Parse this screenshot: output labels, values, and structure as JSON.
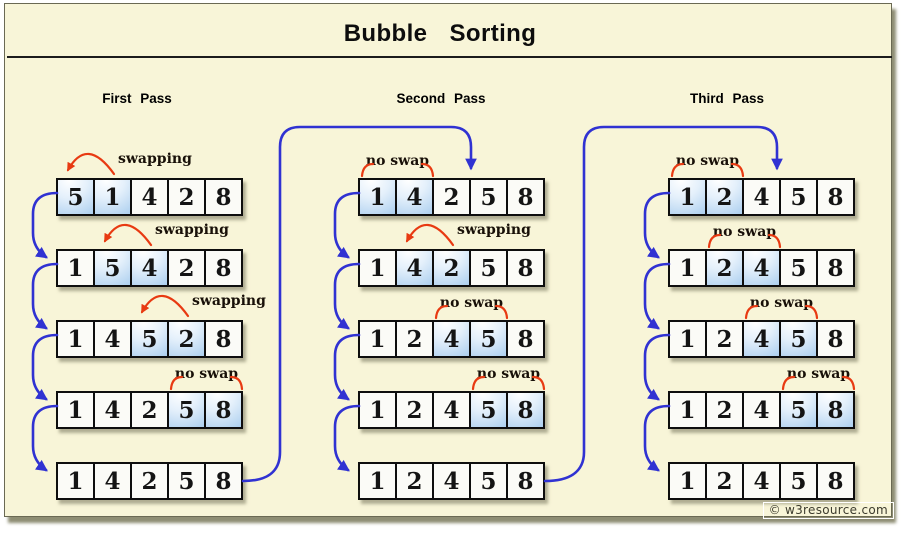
{
  "title": "Bubble Sorting",
  "watermark": "© w3resource.com",
  "colors": {
    "background": "#f8f5d8",
    "flow_arrow_blue": "#3032d2",
    "swap_arrow_red": "#e83a12",
    "highlight_blue": "#9dc6ec"
  },
  "passes": [
    {
      "label": "First Pass",
      "rows": [
        {
          "values": [
            5,
            1,
            4,
            2,
            8
          ],
          "highlight": [
            0,
            1
          ],
          "annotation": {
            "type": "swap",
            "label": "swapping",
            "cells": [
              0,
              1
            ]
          }
        },
        {
          "values": [
            1,
            5,
            4,
            2,
            8
          ],
          "highlight": [
            1,
            2
          ],
          "annotation": {
            "type": "swap",
            "label": "swapping",
            "cells": [
              1,
              2
            ]
          }
        },
        {
          "values": [
            1,
            4,
            5,
            2,
            8
          ],
          "highlight": [
            2,
            3
          ],
          "annotation": {
            "type": "swap",
            "label": "swapping",
            "cells": [
              2,
              3
            ]
          }
        },
        {
          "values": [
            1,
            4,
            2,
            5,
            8
          ],
          "highlight": [
            3,
            4
          ],
          "annotation": {
            "type": "noswap",
            "label": "no swap",
            "cells": [
              3,
              4
            ]
          }
        },
        {
          "values": [
            1,
            4,
            2,
            5,
            8
          ],
          "highlight": [],
          "annotation": null
        }
      ]
    },
    {
      "label": "Second Pass",
      "rows": [
        {
          "values": [
            1,
            4,
            2,
            5,
            8
          ],
          "highlight": [
            0,
            1
          ],
          "annotation": {
            "type": "noswap",
            "label": "no swap",
            "cells": [
              0,
              1
            ]
          }
        },
        {
          "values": [
            1,
            4,
            2,
            5,
            8
          ],
          "highlight": [
            1,
            2
          ],
          "annotation": {
            "type": "swap",
            "label": "swapping",
            "cells": [
              1,
              2
            ]
          }
        },
        {
          "values": [
            1,
            2,
            4,
            5,
            8
          ],
          "highlight": [
            2,
            3
          ],
          "annotation": {
            "type": "noswap",
            "label": "no swap",
            "cells": [
              2,
              3
            ]
          }
        },
        {
          "values": [
            1,
            2,
            4,
            5,
            8
          ],
          "highlight": [
            3,
            4
          ],
          "annotation": {
            "type": "noswap",
            "label": "no swap",
            "cells": [
              3,
              4
            ]
          }
        },
        {
          "values": [
            1,
            2,
            4,
            5,
            8
          ],
          "highlight": [],
          "annotation": null
        }
      ]
    },
    {
      "label": "Third Pass",
      "rows": [
        {
          "values": [
            1,
            2,
            4,
            5,
            8
          ],
          "highlight": [
            0,
            1
          ],
          "annotation": {
            "type": "noswap",
            "label": "no swap",
            "cells": [
              0,
              1
            ]
          }
        },
        {
          "values": [
            1,
            2,
            4,
            5,
            8
          ],
          "highlight": [
            1,
            2
          ],
          "annotation": {
            "type": "noswap",
            "label": "no swap",
            "cells": [
              1,
              2
            ]
          }
        },
        {
          "values": [
            1,
            2,
            4,
            5,
            8
          ],
          "highlight": [
            2,
            3
          ],
          "annotation": {
            "type": "noswap",
            "label": "no swap",
            "cells": [
              2,
              3
            ]
          }
        },
        {
          "values": [
            1,
            2,
            4,
            5,
            8
          ],
          "highlight": [
            3,
            4
          ],
          "annotation": {
            "type": "noswap",
            "label": "no swap",
            "cells": [
              3,
              4
            ]
          }
        },
        {
          "values": [
            1,
            2,
            4,
            5,
            8
          ],
          "highlight": [],
          "annotation": null
        }
      ]
    }
  ]
}
